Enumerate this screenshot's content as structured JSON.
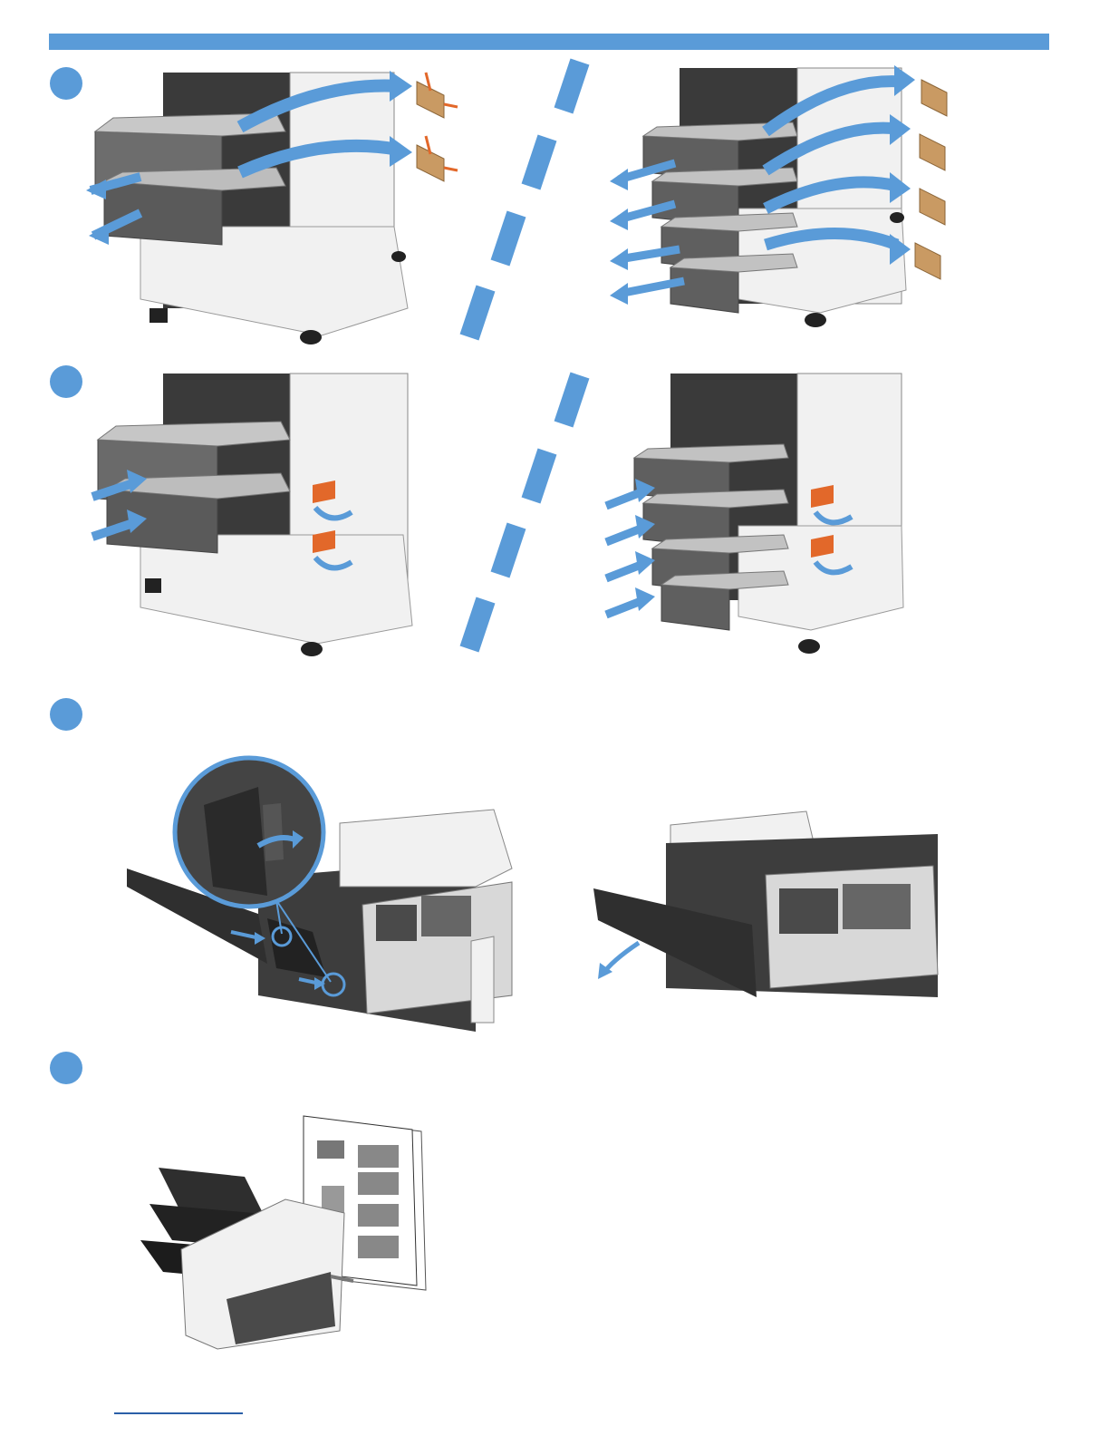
{
  "colors": {
    "accent": "#5a9bd8",
    "accent_dark": "#3d7fc0",
    "printer_white": "#f1f1f1",
    "printer_dark": "#3c3c3c",
    "tape_orange": "#e2682a",
    "cardboard": "#c99a63",
    "footer_rule": "#2b5fa8"
  },
  "steps": [
    {
      "id": 1,
      "icon": "step-1-dot"
    },
    {
      "id": 2,
      "icon": "step-2-dot"
    },
    {
      "id": 3,
      "icon": "step-3-dot"
    },
    {
      "id": 4,
      "icon": "step-4-dot"
    }
  ]
}
